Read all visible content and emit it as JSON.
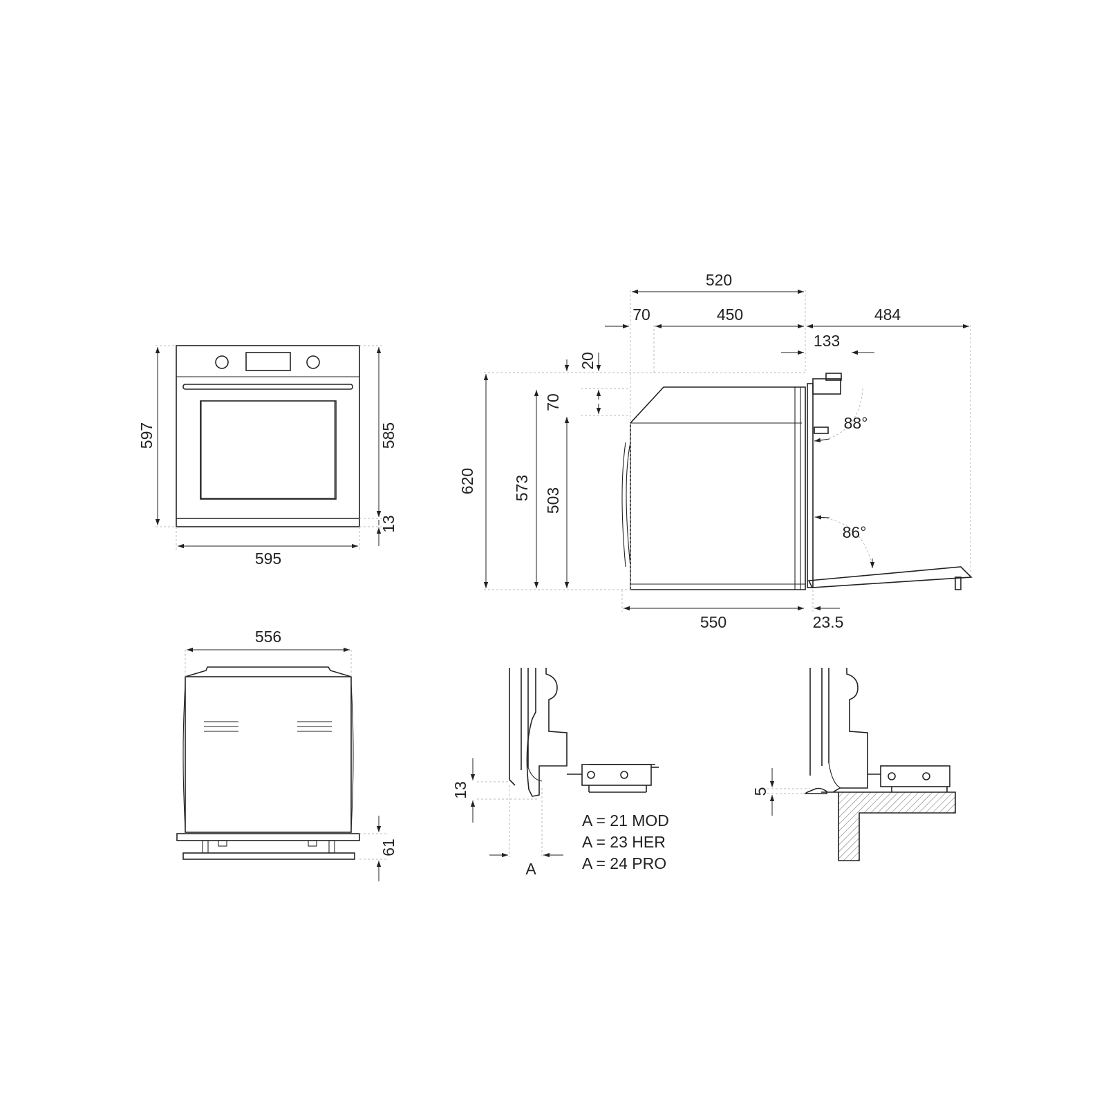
{
  "dimensions": {
    "front_height_total": "597",
    "front_height_body": "585",
    "front_bottom_gap": "13",
    "front_width": "595",
    "side_depth_top": "520",
    "side_panel": "70",
    "side_depth_inner": "450",
    "door_open_reach": "484",
    "handle_offset": "133",
    "side_top_gap": "20",
    "side_upper_gap": "70",
    "side_height_total": "620",
    "side_height_body": "573",
    "side_height_inner": "503",
    "door_angle_top": "88°",
    "door_angle_bottom": "86°",
    "side_depth_bottom": "550",
    "door_thickness": "23.5",
    "top_width": "556",
    "top_bottom_gap": "61",
    "detail_a_gap": "13",
    "detail_a_label": "A",
    "detail_b_gap": "5"
  },
  "legend": {
    "line1": "A = 21 MOD",
    "line2": "A = 23 HER",
    "line3": "A = 24 PRO"
  }
}
